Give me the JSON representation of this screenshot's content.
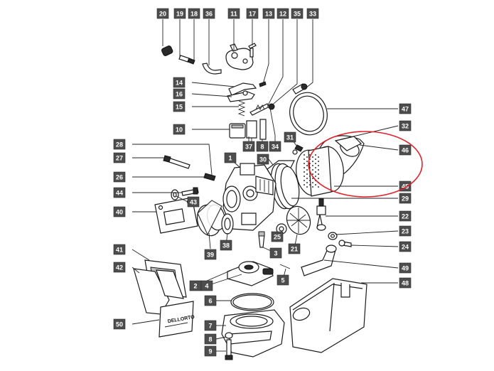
{
  "figure": {
    "callouts": [
      {
        "id": "20",
        "text": "20"
      },
      {
        "id": "19",
        "text": "19"
      },
      {
        "id": "18",
        "text": "18"
      },
      {
        "id": "36",
        "text": "36"
      },
      {
        "id": "11",
        "text": "11"
      },
      {
        "id": "17",
        "text": "17"
      },
      {
        "id": "13",
        "text": "13"
      },
      {
        "id": "12",
        "text": "12"
      },
      {
        "id": "35",
        "text": "35"
      },
      {
        "id": "33",
        "text": "33"
      },
      {
        "id": "14",
        "text": "14"
      },
      {
        "id": "16",
        "text": "16"
      },
      {
        "id": "15",
        "text": "15"
      },
      {
        "id": "47",
        "text": "47"
      },
      {
        "id": "10",
        "text": "10"
      },
      {
        "id": "32",
        "text": "32"
      },
      {
        "id": "31",
        "text": "31"
      },
      {
        "id": "28",
        "text": "28"
      },
      {
        "id": "37",
        "text": "37"
      },
      {
        "id": "8a",
        "text": "8"
      },
      {
        "id": "34",
        "text": "34"
      },
      {
        "id": "46a",
        "text": "46"
      },
      {
        "id": "27",
        "text": "27"
      },
      {
        "id": "1",
        "text": "1"
      },
      {
        "id": "30",
        "text": "30"
      },
      {
        "id": "26",
        "text": "26"
      },
      {
        "id": "45",
        "text": "45"
      },
      {
        "id": "44",
        "text": "44"
      },
      {
        "id": "43",
        "text": "43"
      },
      {
        "id": "29",
        "text": "29"
      },
      {
        "id": "40",
        "text": "40"
      },
      {
        "id": "22",
        "text": "22"
      },
      {
        "id": "23",
        "text": "23"
      },
      {
        "id": "25",
        "text": "25"
      },
      {
        "id": "24",
        "text": "24"
      },
      {
        "id": "41",
        "text": "41"
      },
      {
        "id": "39",
        "text": "39"
      },
      {
        "id": "38",
        "text": "38"
      },
      {
        "id": "3",
        "text": "3"
      },
      {
        "id": "21",
        "text": "21"
      },
      {
        "id": "42",
        "text": "42"
      },
      {
        "id": "49",
        "text": "49"
      },
      {
        "id": "2",
        "text": "2"
      },
      {
        "id": "4",
        "text": "4"
      },
      {
        "id": "5",
        "text": "5"
      },
      {
        "id": "48",
        "text": "48"
      },
      {
        "id": "6",
        "text": "6"
      },
      {
        "id": "50",
        "text": "50"
      },
      {
        "id": "7",
        "text": "7"
      },
      {
        "id": "8b",
        "text": "8"
      },
      {
        "id": "9",
        "text": "9"
      }
    ],
    "brand_text": "DELLORTO",
    "highlight_color": "#e0202a",
    "label_color": "#4d4d4d"
  }
}
